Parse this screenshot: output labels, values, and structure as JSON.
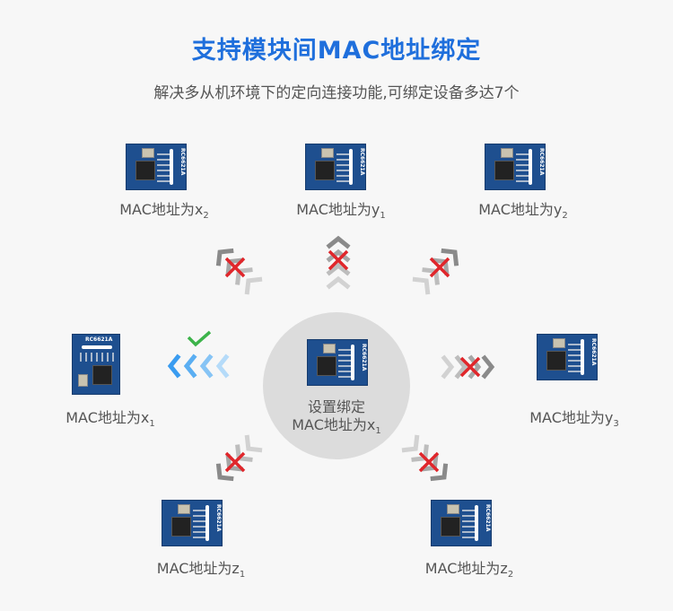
{
  "title": "支持模块间MAC地址绑定",
  "subtitle": "解决多从机环境下的定向连接功能,可绑定设备多达7个",
  "module_label": "RC6621A",
  "center": {
    "line1": "设置绑定",
    "line2": "MAC地址为",
    "var": "x",
    "sub": "1"
  },
  "devices": [
    {
      "id": "x2",
      "prefix": "MAC地址为",
      "var": "x",
      "sub": "2",
      "bound": false
    },
    {
      "id": "y1",
      "prefix": "MAC地址为",
      "var": "y",
      "sub": "1",
      "bound": false
    },
    {
      "id": "y2",
      "prefix": "MAC地址为",
      "var": "y",
      "sub": "2",
      "bound": false
    },
    {
      "id": "x1",
      "prefix": "MAC地址为",
      "var": "x",
      "sub": "1",
      "bound": true
    },
    {
      "id": "y3",
      "prefix": "MAC地址为",
      "var": "y",
      "sub": "3",
      "bound": false
    },
    {
      "id": "z1",
      "prefix": "MAC地址为",
      "var": "z",
      "sub": "1",
      "bound": false
    },
    {
      "id": "z2",
      "prefix": "MAC地址为",
      "var": "z",
      "sub": "2",
      "bound": false
    }
  ],
  "colors": {
    "title": "#1f6fdc",
    "ok": "#3cb34a",
    "blocked": "#e0262b",
    "arrow_ok": "#3a9cf0",
    "arrow_blocked": "#9a9a9a"
  }
}
